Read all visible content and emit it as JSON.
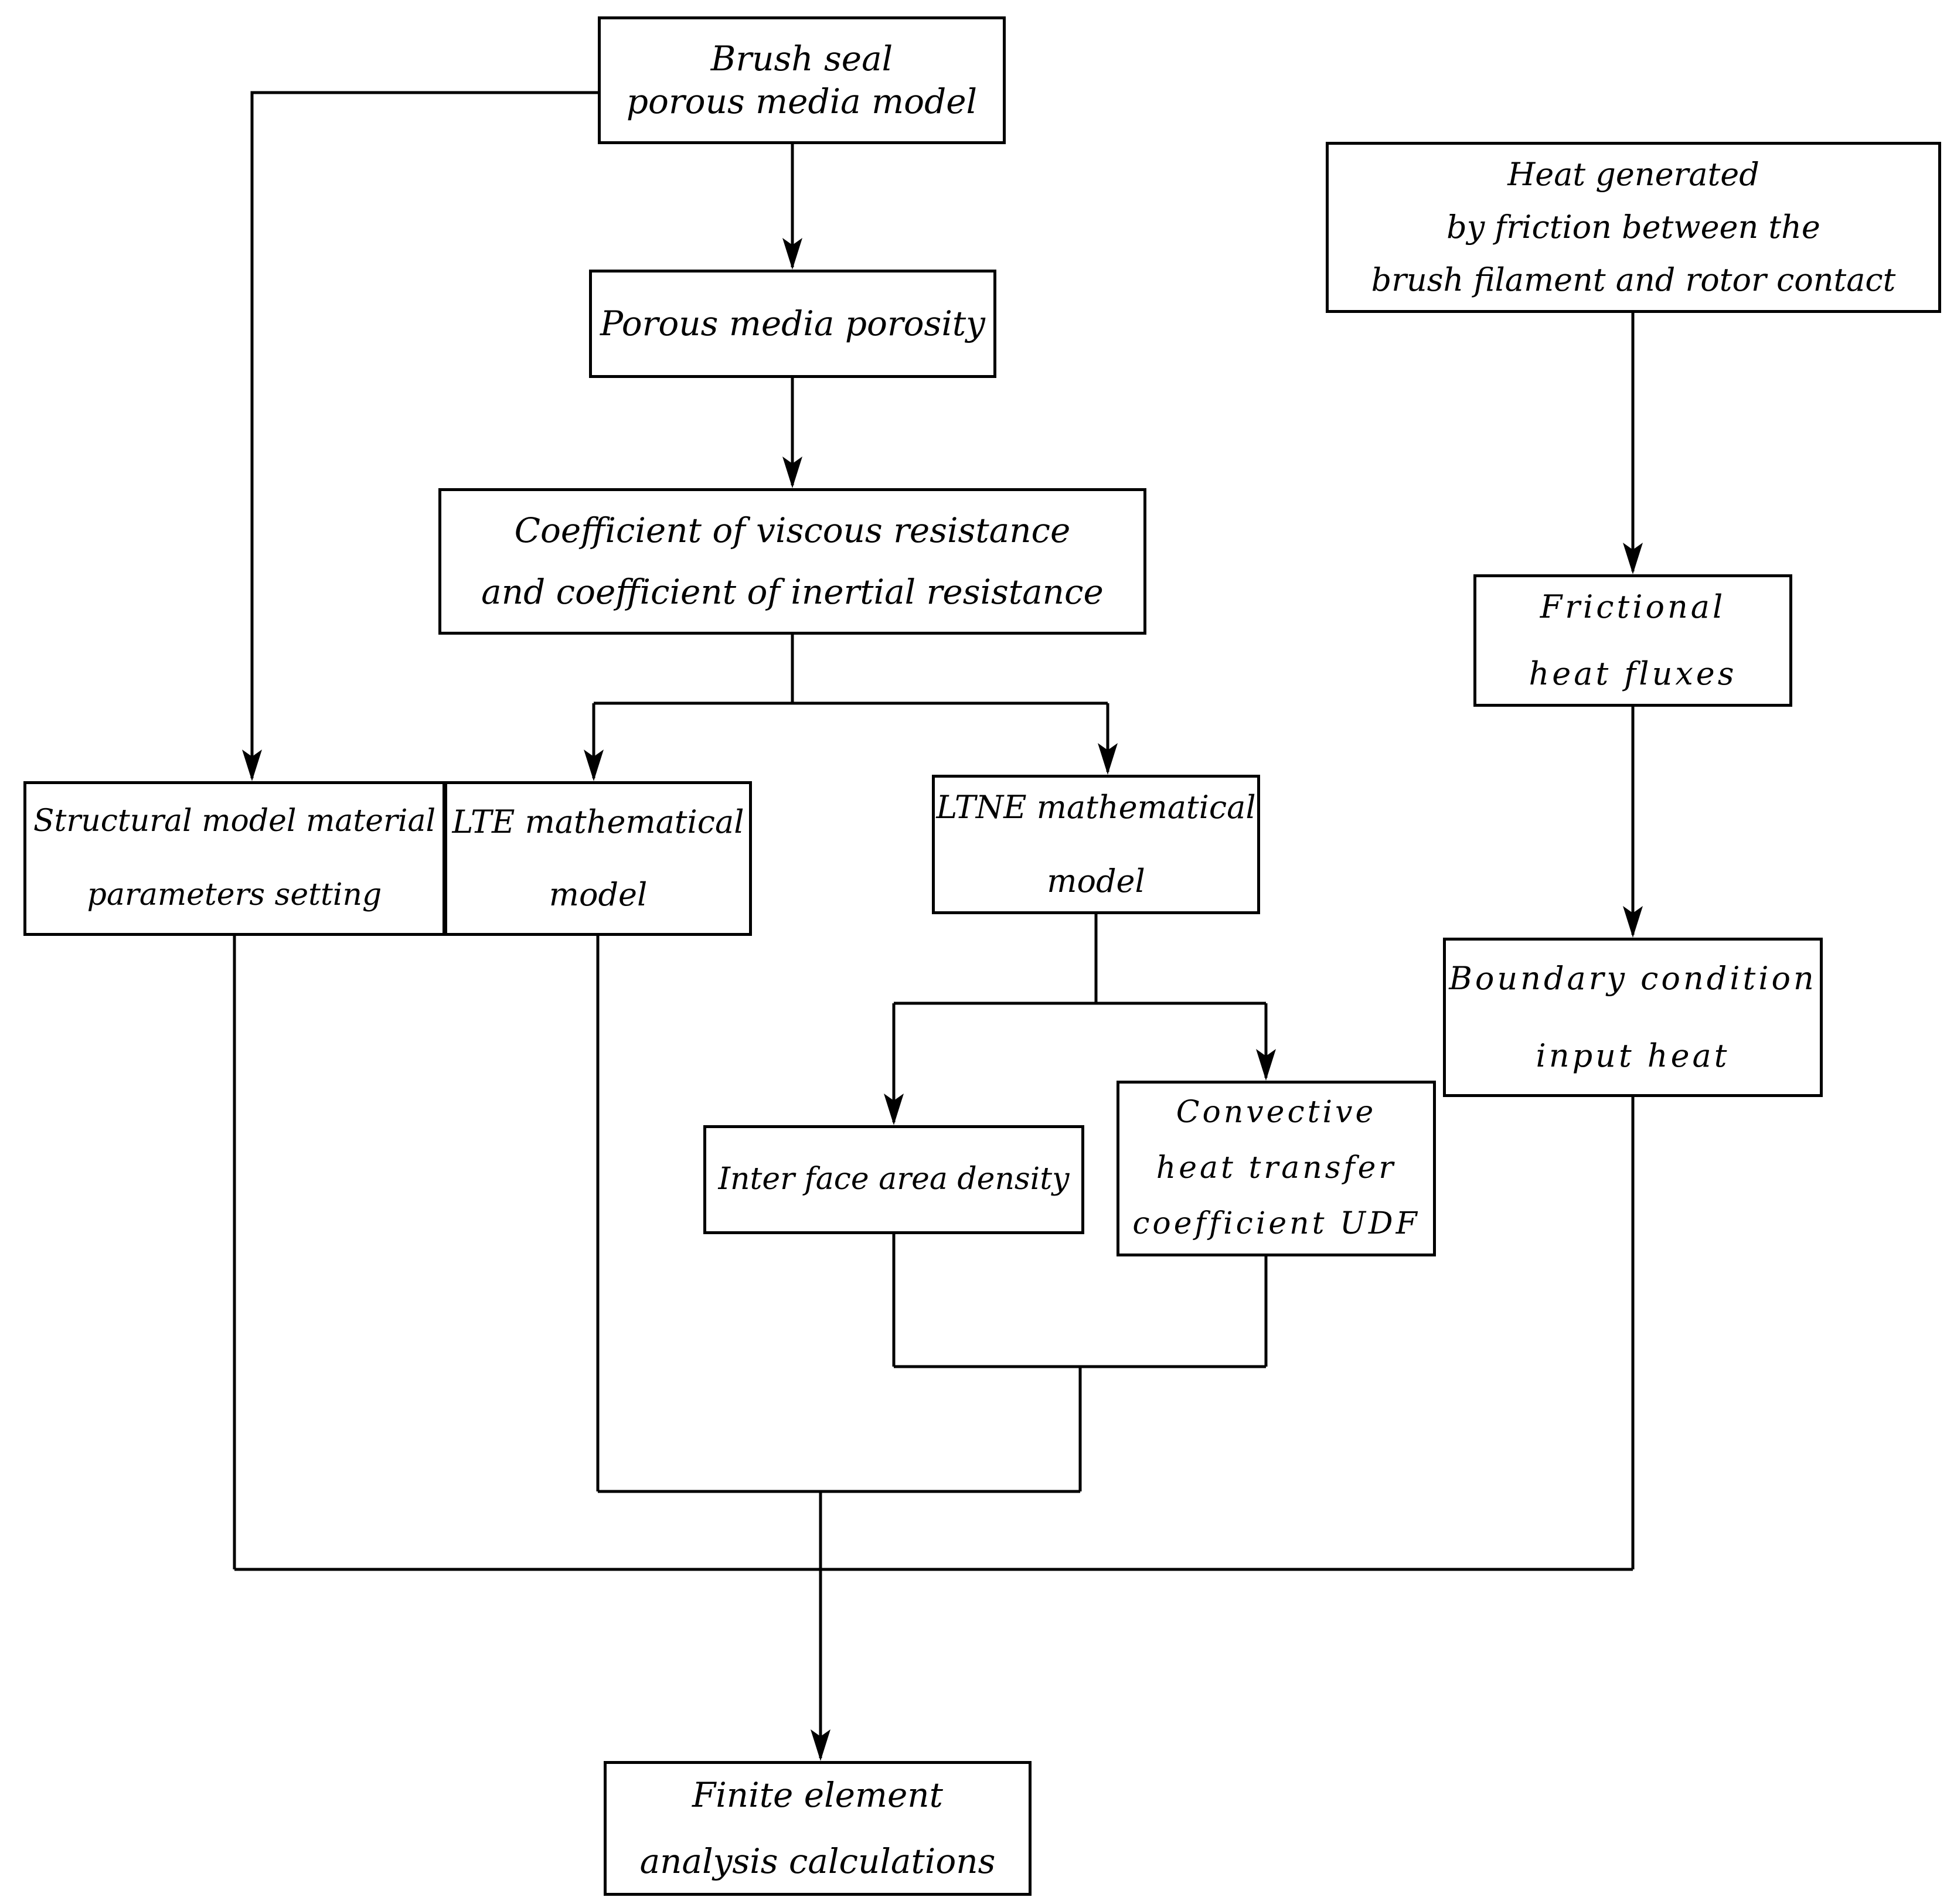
{
  "diagram": {
    "kind": "flowchart",
    "colors": {
      "line": "#000000",
      "box_background": "#ffffff",
      "text": "#000000"
    }
  },
  "boxes": {
    "brush_seal": {
      "lines": [
        "Brush seal",
        "porous media model"
      ]
    },
    "porous_porosity": {
      "lines": [
        "Porous media porosity"
      ]
    },
    "coefficient": {
      "lines": [
        "Coefficient of viscous resistance",
        "and coefficient of inertial resistance"
      ]
    },
    "structural": {
      "lines": [
        "Structural model material",
        "parameters setting"
      ]
    },
    "lte": {
      "lines": [
        "LTE mathematical",
        "model"
      ]
    },
    "ltne": {
      "lines": [
        "LTNE mathematical",
        "model"
      ]
    },
    "heat_generated": {
      "lines": [
        "Heat generated",
        "by friction between the",
        "brush filament and rotor contact"
      ]
    },
    "frictional": {
      "lines": [
        "Frictional",
        "heat fluxes"
      ]
    },
    "boundary": {
      "lines": [
        "Boundary condition",
        "input heat"
      ]
    },
    "interface": {
      "lines": [
        "Inter face area density"
      ]
    },
    "convective": {
      "lines": [
        "Convective",
        "heat transfer",
        "coefficient UDF"
      ]
    },
    "finite": {
      "lines": [
        "Finite element",
        "analysis calculations"
      ]
    }
  },
  "edges": [
    {
      "from": "brush_seal",
      "to": "porous_porosity"
    },
    {
      "from": "brush_seal",
      "to": "structural"
    },
    {
      "from": "porous_porosity",
      "to": "coefficient"
    },
    {
      "from": "coefficient",
      "to": "lte"
    },
    {
      "from": "coefficient",
      "to": "ltne"
    },
    {
      "from": "ltne",
      "to": "interface"
    },
    {
      "from": "ltne",
      "to": "convective"
    },
    {
      "from": "interface",
      "to": "finite"
    },
    {
      "from": "convective",
      "to": "finite"
    },
    {
      "from": "lte",
      "to": "finite"
    },
    {
      "from": "structural",
      "to": "finite"
    },
    {
      "from": "heat_generated",
      "to": "frictional"
    },
    {
      "from": "frictional",
      "to": "boundary"
    },
    {
      "from": "boundary",
      "to": "finite"
    }
  ]
}
